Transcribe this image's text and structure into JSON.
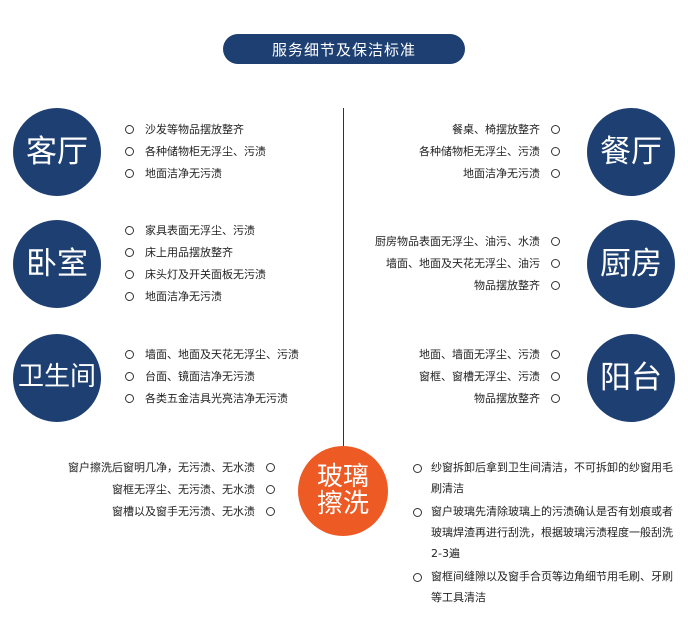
{
  "header": {
    "title": "服务细节及保洁标准"
  },
  "sections": {
    "living_room": {
      "title": "客厅",
      "items": [
        "沙发等物品摆放整齐",
        "各种储物柜无浮尘、污渍",
        "地面洁净无污渍"
      ]
    },
    "dining_room": {
      "title": "餐厅",
      "items": [
        "餐桌、椅摆放整齐",
        "各种储物柜无浮尘、污渍",
        "地面洁净无污渍"
      ]
    },
    "bedroom": {
      "title": "卧室",
      "items": [
        "家具表面无浮尘、污渍",
        "床上用品摆放整齐",
        "床头灯及开关面板无污渍",
        "地面洁净无污渍"
      ]
    },
    "kitchen": {
      "title": "厨房",
      "items": [
        "厨房物品表面无浮尘、油污、水渍",
        "墙面、地面及天花无浮尘、油污",
        "物品摆放整齐"
      ]
    },
    "bathroom": {
      "title": "卫生间",
      "items": [
        "墙面、地面及天花无浮尘、污渍",
        "台面、镜面洁净无污渍",
        "各类五金洁具光亮洁净无污渍"
      ]
    },
    "balcony": {
      "title": "阳台",
      "items": [
        "地面、墙面无浮尘、污渍",
        "窗框、窗槽无浮尘、污渍",
        "物品摆放整齐"
      ]
    },
    "glass": {
      "title_line1": "玻璃",
      "title_line2": "擦洗",
      "left_items": [
        "窗户擦洗后窗明几净，无污渍、无水渍",
        "窗框无浮尘、无污渍、无水渍",
        "窗槽以及窗手无污渍、无水渍"
      ],
      "right_items": [
        "纱窗拆卸后拿到卫生间清洁，不可拆卸的纱窗用毛刷清洁",
        "窗户玻璃先清除玻璃上的污渍确认是否有划痕或者玻璃焊渣再进行刮洗，根据玻璃污渍程度一般刮洗2-3遍",
        "窗框间缝隙以及窗手合页等边角细节用毛刷、牙刷等工具清洁"
      ]
    }
  },
  "colors": {
    "navy": "#1d3f72",
    "orange": "#ee5a24"
  }
}
